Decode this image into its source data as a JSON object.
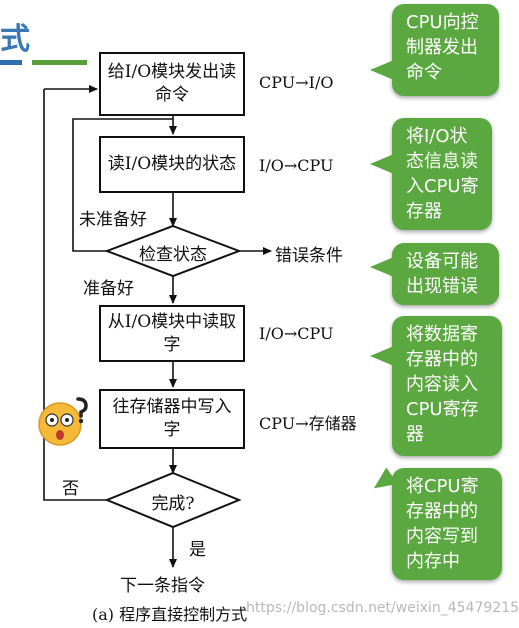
{
  "title_fragment": "式",
  "boxes": {
    "send_command": "给I/O模块发出读命令",
    "read_status": "读I/O模块的状态",
    "read_word": "从I/O模块中读取字",
    "write_word": "往存储器中写入字",
    "check_status": "检查状态",
    "done": "完成?"
  },
  "side_labels": {
    "cpu_to_io": "CPU→I/O",
    "io_to_cpu_1": "I/O→CPU",
    "io_to_cpu_2": "I/O→CPU",
    "cpu_to_mem": "CPU→存储器",
    "error": "错误条件"
  },
  "branch_labels": {
    "not_ready": "未准备好",
    "ready": "准备好",
    "no": "否",
    "yes": "是",
    "next": "下一条指令"
  },
  "notes": {
    "n1": "CPU向控制器发出命令",
    "n2": "将I/O状态信息读入CPU寄存器",
    "n3": "设备可能出现错误",
    "n4": "将数据寄存器中的内容读入CPU寄存器",
    "n5": "将CPU寄存器中的内容写到内存中"
  },
  "caption": "(a) 程序直接控制方式",
  "watermark": "https://blog.csdn.net/weixin_45479215",
  "colors": {
    "note_green": "#5aa83f",
    "title_blue": "#3a78b5",
    "rule_blue": "#2f6db0",
    "rule_green": "#5a9e3a"
  },
  "icons": {
    "emoji": "shocked-face-with-question-mark-icon"
  }
}
